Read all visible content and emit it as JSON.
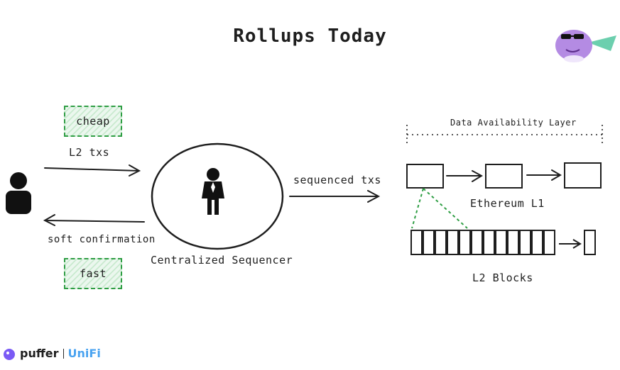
{
  "title": "Rollups Today",
  "tags": {
    "cheap": "cheap",
    "fast": "fast"
  },
  "arrows": {
    "l2_txs": "L2 txs",
    "soft_confirmation": "soft confirmation",
    "sequenced_txs": "sequenced txs"
  },
  "sequencer": {
    "label": "Centralized Sequencer"
  },
  "ethereum": {
    "da_label": "Data Availability Layer",
    "l1_label": "Ethereum L1",
    "l2_blocks_label": "L2 Blocks"
  },
  "brand": {
    "puffer": "puffer",
    "unifi": "UniFi"
  },
  "colors": {
    "accent_green": "#2f9e44",
    "brand_blue": "#4aa3f0",
    "mascot": "#b48be3"
  }
}
